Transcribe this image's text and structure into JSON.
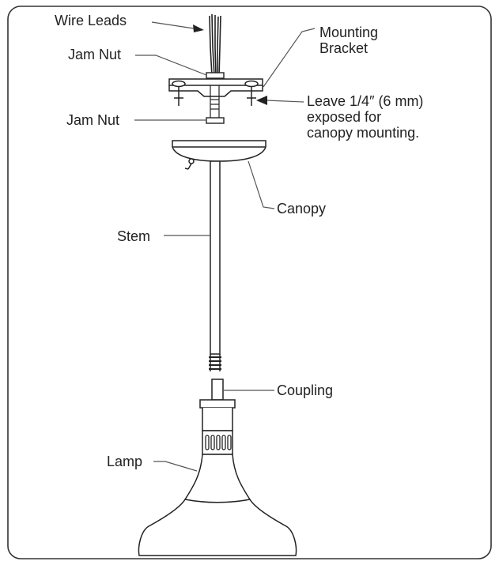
{
  "labels": {
    "wire_leads": "Wire Leads",
    "mounting_bracket_line1": "Mounting",
    "mounting_bracket_line2": "Bracket",
    "jam_nut_top": "Jam Nut",
    "jam_nut_bottom": "Jam Nut",
    "leave_line1": "Leave 1/4″ (6 mm)",
    "leave_line2": "exposed for",
    "leave_line3": "canopy mounting.",
    "canopy": "Canopy",
    "stem": "Stem",
    "coupling": "Coupling",
    "lamp": "Lamp"
  },
  "colors": {
    "line": "#222222",
    "frame": "#333333",
    "leader": "#555555",
    "background": "#ffffff"
  }
}
